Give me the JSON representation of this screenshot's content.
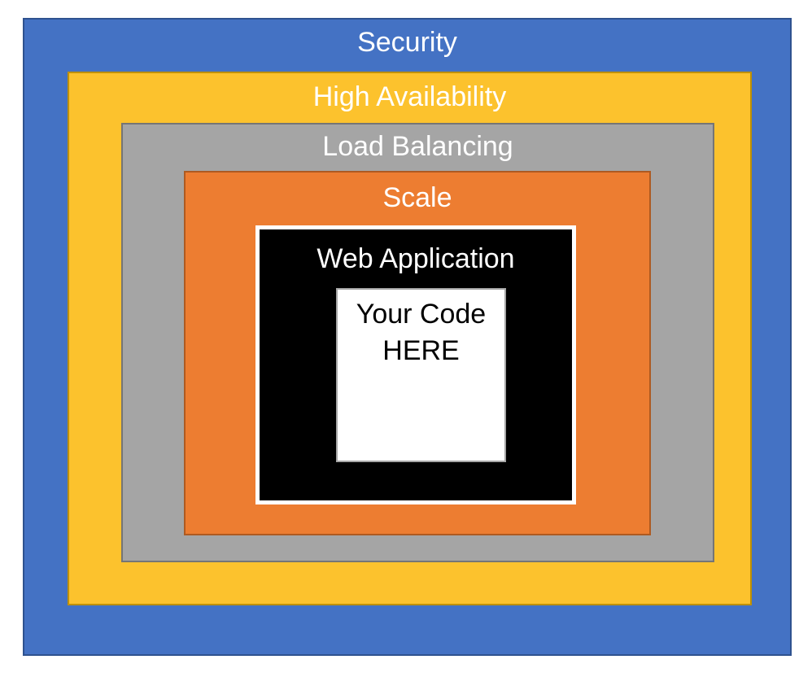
{
  "diagram": {
    "title": "Nested infrastructure layers diagram",
    "layers": [
      {
        "id": "security",
        "label": "Security",
        "fill": "#4472C4",
        "border": "#2F528F",
        "text_color": "#FFFFFF"
      },
      {
        "id": "high-availability",
        "label": "High Availability",
        "fill": "#FCC22D",
        "border": "#BF9000",
        "text_color": "#FFFFFF"
      },
      {
        "id": "load-balancing",
        "label": "Load Balancing",
        "fill": "#A5A5A5",
        "border": "#757575",
        "text_color": "#FFFFFF"
      },
      {
        "id": "scale",
        "label": "Scale",
        "fill": "#ED7D31",
        "border": "#AE5A21",
        "text_color": "#FFFFFF"
      },
      {
        "id": "web-application",
        "label": "Web Application",
        "fill": "#000000",
        "border": "#FFFFFF",
        "text_color": "#FFFFFF"
      },
      {
        "id": "your-code",
        "label": "Your Code HERE",
        "lines": [
          "Your Code",
          "HERE"
        ],
        "fill": "#FFFFFF",
        "border": "#A6A6A6",
        "text_color": "#000000"
      }
    ]
  }
}
